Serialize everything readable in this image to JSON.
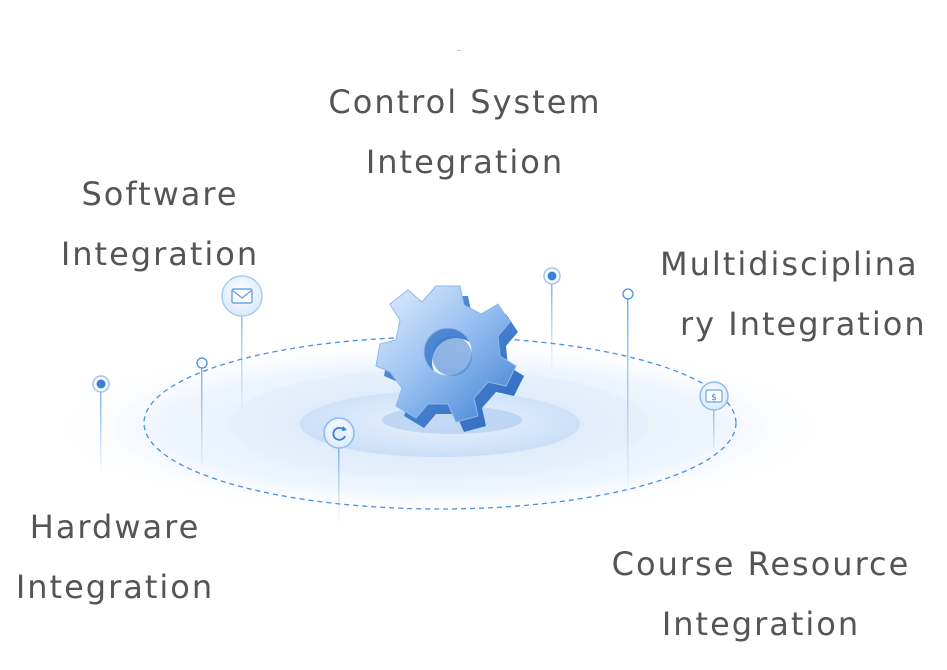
{
  "diagram": {
    "labels": {
      "control_system": [
        "Control System",
        "Integration"
      ],
      "software": [
        "Software",
        "Integration"
      ],
      "multidisciplinary": [
        "Multidisciplina",
        "ry Integration"
      ],
      "hardware": [
        "Hardware",
        "Integration"
      ],
      "course_resource": [
        "Course Resource",
        "Integration"
      ]
    },
    "icons": {
      "center": "gear-icon",
      "software": "envelope-icon",
      "course": "dollar-icon",
      "inner": "refresh-icon"
    },
    "colors": {
      "accent": "#4a8fe0",
      "gear_light": "#cfe3fb",
      "gear_dark": "#3c7fd6",
      "text": "#555555",
      "platform": "#eaf3fd"
    }
  }
}
